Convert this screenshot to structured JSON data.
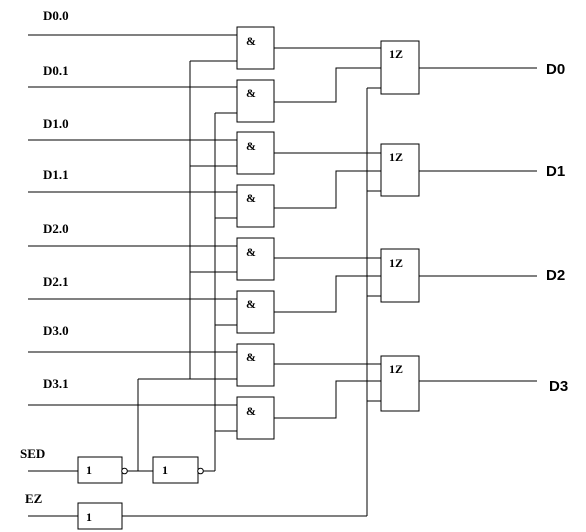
{
  "inputs": [
    "D0.0",
    "D0.1",
    "D1.0",
    "D1.1",
    "D2.0",
    "D2.1",
    "D3.0",
    "D3.1"
  ],
  "control_inputs": {
    "sed": "SED",
    "ez": "EZ"
  },
  "outputs": [
    "D0",
    "D1",
    "D2",
    "D3"
  ],
  "gate_symbols": {
    "and": "&",
    "tristate": "1Z",
    "not": "1"
  }
}
